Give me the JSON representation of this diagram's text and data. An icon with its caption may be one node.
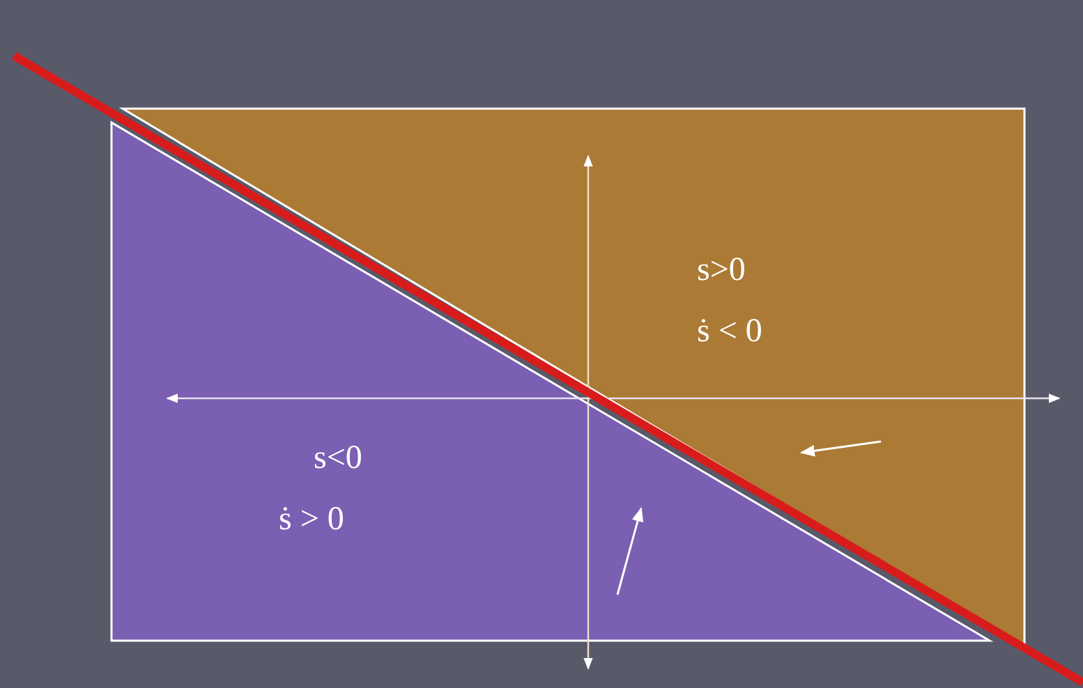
{
  "diagram": {
    "nodes": [
      {
        "text": [
          "s>0",
          "ṡ < 0"
        ]
      },
      {
        "text": [
          "s<0",
          "ṡ > 0"
        ]
      }
    ]
  }
}
